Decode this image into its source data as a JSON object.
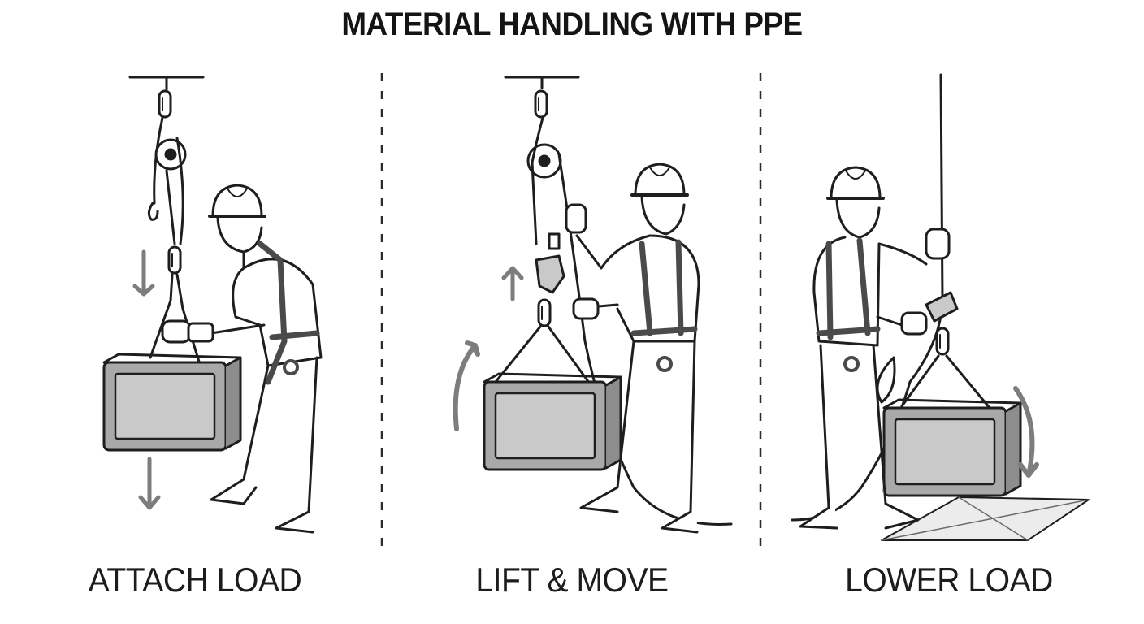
{
  "title": "MATERIAL HANDLING WITH PPE",
  "panels": [
    {
      "caption": "ATTACH LOAD"
    },
    {
      "caption": "LIFT & MOVE"
    },
    {
      "caption": "LOWER LOAD"
    }
  ],
  "colors": {
    "line": "#1e1e1e",
    "box_fill": "#a9a9a9",
    "box_panel": "#c9c9c9",
    "arrow_fill": "#8e8e8e",
    "harness": "#4a4a4a",
    "mat_fill": "#ececec"
  }
}
